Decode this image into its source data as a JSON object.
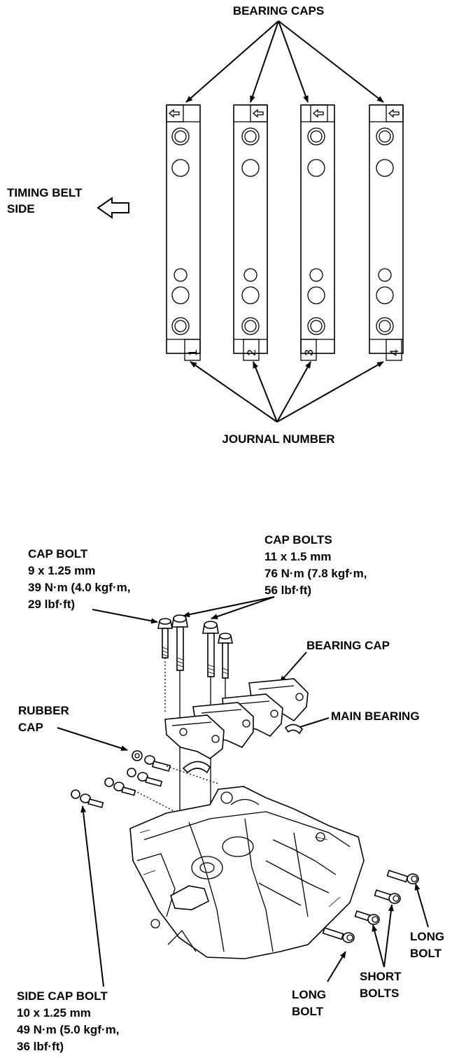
{
  "top": {
    "bearing_caps_label": "BEARING CAPS",
    "timing_belt_label": [
      "TIMING BELT",
      "SIDE"
    ],
    "journal_number_label": "JOURNAL NUMBER",
    "journal_numbers": [
      "1",
      "2",
      "3",
      "4"
    ]
  },
  "bottom": {
    "cap_bolt": [
      "CAP BOLT",
      "9 x 1.25 mm",
      "39 N·m (4.0 kgf·m,",
      "29 lbf·ft)"
    ],
    "cap_bolts": [
      "CAP BOLTS",
      "11 x 1.5 mm",
      "76 N·m (7.8 kgf·m,",
      "56 lbf·ft)"
    ],
    "bearing_cap": "BEARING CAP",
    "rubber_cap": [
      "RUBBER",
      "CAP"
    ],
    "main_bearing": "MAIN BEARING",
    "side_cap_bolt": [
      "SIDE CAP BOLT",
      "10 x 1.25 mm",
      "49 N·m (5.0 kgf·m,",
      "36 lbf·ft)"
    ],
    "long_bolt_left": [
      "LONG",
      "BOLT"
    ],
    "short_bolts": [
      "SHORT",
      "BOLTS"
    ],
    "long_bolt_right": [
      "LONG",
      "BOLT"
    ]
  }
}
